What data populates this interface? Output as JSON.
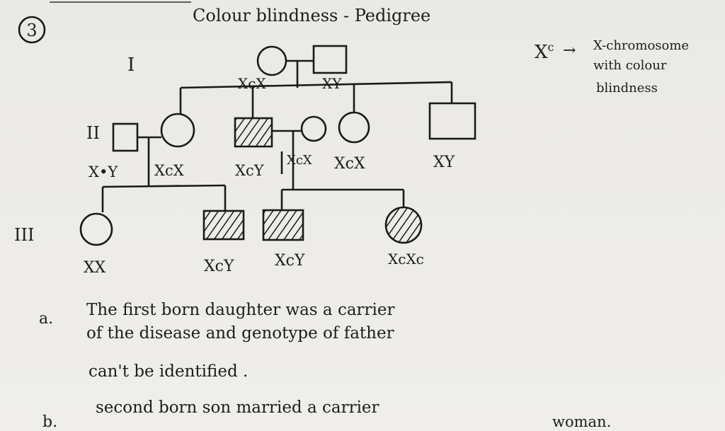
{
  "question_number": "3",
  "title": "Colour blindness - Pedigree",
  "legend": {
    "symbol": "X",
    "superscript": "c",
    "arrow": "→",
    "lines": [
      "X-chromosome",
      "with colour",
      "blindness"
    ]
  },
  "generations": [
    "I",
    "II",
    "III"
  ],
  "genotypes": {
    "gen1_mother": "XcX",
    "gen1_father": "XY",
    "gen2_husband": "X•Y",
    "gen2_daughter": "XcX",
    "gen2_son_affected": "XcY",
    "gen2_son_wife": "XcX",
    "gen2_daughter2": "XcX",
    "gen2_son2": "XY",
    "gen3_daughter": "XX",
    "gen3_son1": "XcY",
    "gen3_son2": "XcY",
    "gen3_daughter_affected": "XcXc"
  },
  "notes": {
    "a_label": "a.",
    "a_line1": "The   first  born  daughter  was  a  carrier",
    "a_line2": "of  the  disease   and   genotype  of  father",
    "a_line3": "can't  be  identified .",
    "b_label": "b.",
    "b_line1": "second   born   son   married  a  carrier",
    "b_line2": "woman."
  }
}
